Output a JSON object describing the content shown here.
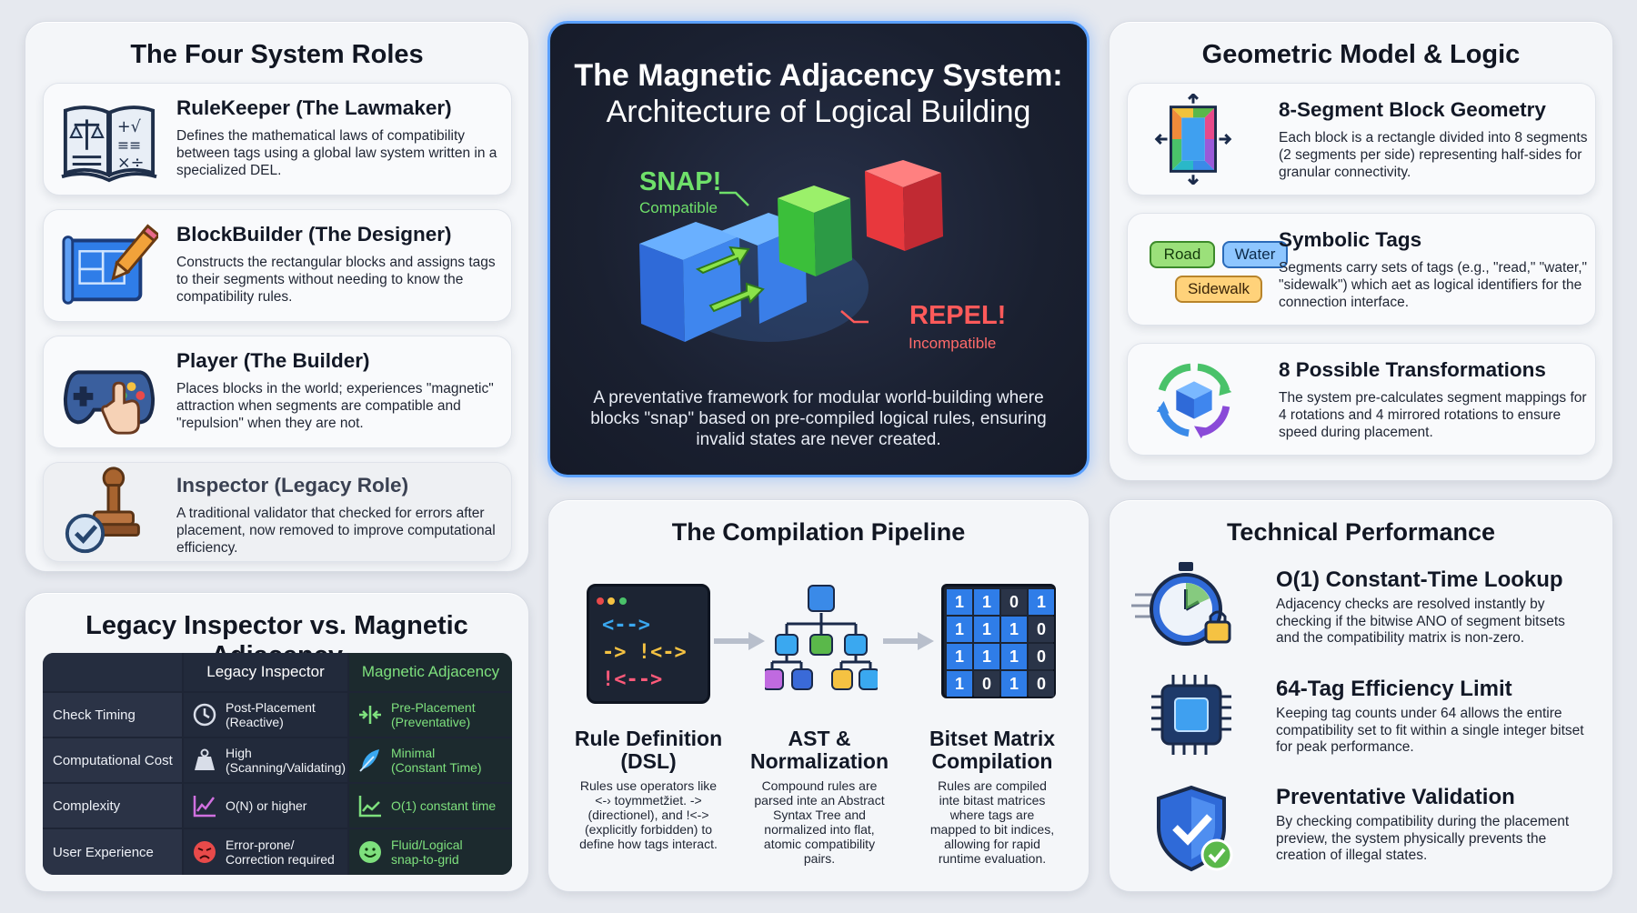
{
  "roles": {
    "title": "The Four System Roles",
    "items": [
      {
        "title": "RuleKeeper (The Lawmaker)",
        "desc": "Defines the mathematical laws of compatibility between tags using a global law system written in a specialized DEL."
      },
      {
        "title": "BlockBuilder (The Designer)",
        "desc": "Constructs the rectangular blocks and assigns tags to their segments without needing to know the compatibility rules."
      },
      {
        "title": "Player (The Builder)",
        "desc": "Places blocks in the world; experiences \"magnetic\" attraction when segments are compatible and \"repulsion\" when they are not."
      },
      {
        "title": "Inspector (Legacy Role)",
        "desc": "A traditional validator that checked for errors after placement, now removed to improve computational efficiency."
      }
    ]
  },
  "hero": {
    "title_line1": "The Magnetic Adjacency System:",
    "title_line2": "Architecture of Logical Building",
    "snap": "SNAP!",
    "snap_sub": "Compatible",
    "repel": "REPEL!",
    "repel_sub": "Incompatible",
    "desc": "A preventative framework for modular world-building where blocks \"snap\" based on pre-compiled logical rules, ensuring invalid states are never created."
  },
  "geometry": {
    "title": "Geometric Model & Logic",
    "items": [
      {
        "title": "8-Segment Block Geometry",
        "desc": "Each block is a rectangle divided into 8 segments (2 segments per side) representing half-sides for granular connectivity."
      },
      {
        "title": "Symbolic Tags",
        "desc": "Segments carry sets of tags (e.g., \"read,\" \"water,\" \"sidewalk\") which aet as logical identifiers for the connection interface."
      },
      {
        "title": "8 Possible Transformations",
        "desc": "The system pre-calculates segment mappings for 4 rotations and 4 mirrored rotations to ensure speed during placement."
      }
    ],
    "tags": [
      "Road",
      "Water",
      "Sidewalk"
    ]
  },
  "comparison": {
    "title": "Legacy Inspector vs. Magnetic Adjacency",
    "col_a": "Legacy Inspector",
    "col_b": "Magnetic Adjacency",
    "rows": [
      {
        "label": "Check Timing",
        "a1": "Post-Placement",
        "a2": "(Reactive)",
        "b1": "Pre-Placement",
        "b2": "(Preventative)"
      },
      {
        "label": "Computational Cost",
        "a1": "High",
        "a2": "(Scanning/Validating)",
        "b1": "Minimal",
        "b2": "(Constant Time)"
      },
      {
        "label": "Complexity",
        "a1": "O(N) or higher",
        "a2": "",
        "b1": "O(1) constant time",
        "b2": ""
      },
      {
        "label": "User Experience",
        "a1": "Error-prone/",
        "a2": "Correction required",
        "b1": "Fluid/Logical",
        "b2": "snap-to-grid"
      }
    ]
  },
  "pipeline": {
    "title": "The Compilation Pipeline",
    "code_lines": [
      "<-->",
      "-> !<->",
      "!<-->"
    ],
    "matrix": [
      [
        "1",
        "1",
        "0",
        "1"
      ],
      [
        "1",
        "1",
        "1",
        "0"
      ],
      [
        "1",
        "1",
        "1",
        "0"
      ],
      [
        "1",
        "0",
        "1",
        "0"
      ]
    ],
    "steps": [
      {
        "title1": "Rule Definition",
        "title2": "(DSL)",
        "desc": [
          "Rules use operators like",
          "<-› toymmetžiet. ->",
          "(directionel), and !<->",
          "(explicitly forbidden) to",
          "define how tags interact."
        ]
      },
      {
        "title1": "AST &",
        "title2": "Normalization",
        "desc": [
          "Compound rules are",
          "parsed inte an Abstract",
          "Syntax Tree and",
          "normalized into flat,",
          "atomic compatibility",
          "pairs."
        ]
      },
      {
        "title1": "Bitset Matrix",
        "title2": "Compilation",
        "desc": [
          "Rules are compiled",
          "inte bitast matrices",
          "where tags are",
          "mapped to bit indices,",
          "allowing for rapid",
          "runtime evaluation."
        ]
      }
    ]
  },
  "performance": {
    "title": "Technical Performance",
    "items": [
      {
        "title": "O(1) Constant-Time Lookup",
        "desc": "Adjacency checks are resolved instantly by checking if the bitwise ANO of segment bitsets and the compatibility matrix is non-zero."
      },
      {
        "title": "64-Tag Efficiency Limit",
        "desc": "Keeping tag counts under 64 allows the entire compatibility set to fit within a single integer bitset for peak performance."
      },
      {
        "title": "Preventative Validation",
        "desc": "By checking compatibility during the placement preview, the system physically prevents the creation of illegal states."
      }
    ]
  },
  "colors": {
    "hero_border": "#5aa0ff",
    "snap_green": "#6fe06a",
    "repel_red": "#ff5a5a",
    "accent_blue": "#2f7de8"
  }
}
